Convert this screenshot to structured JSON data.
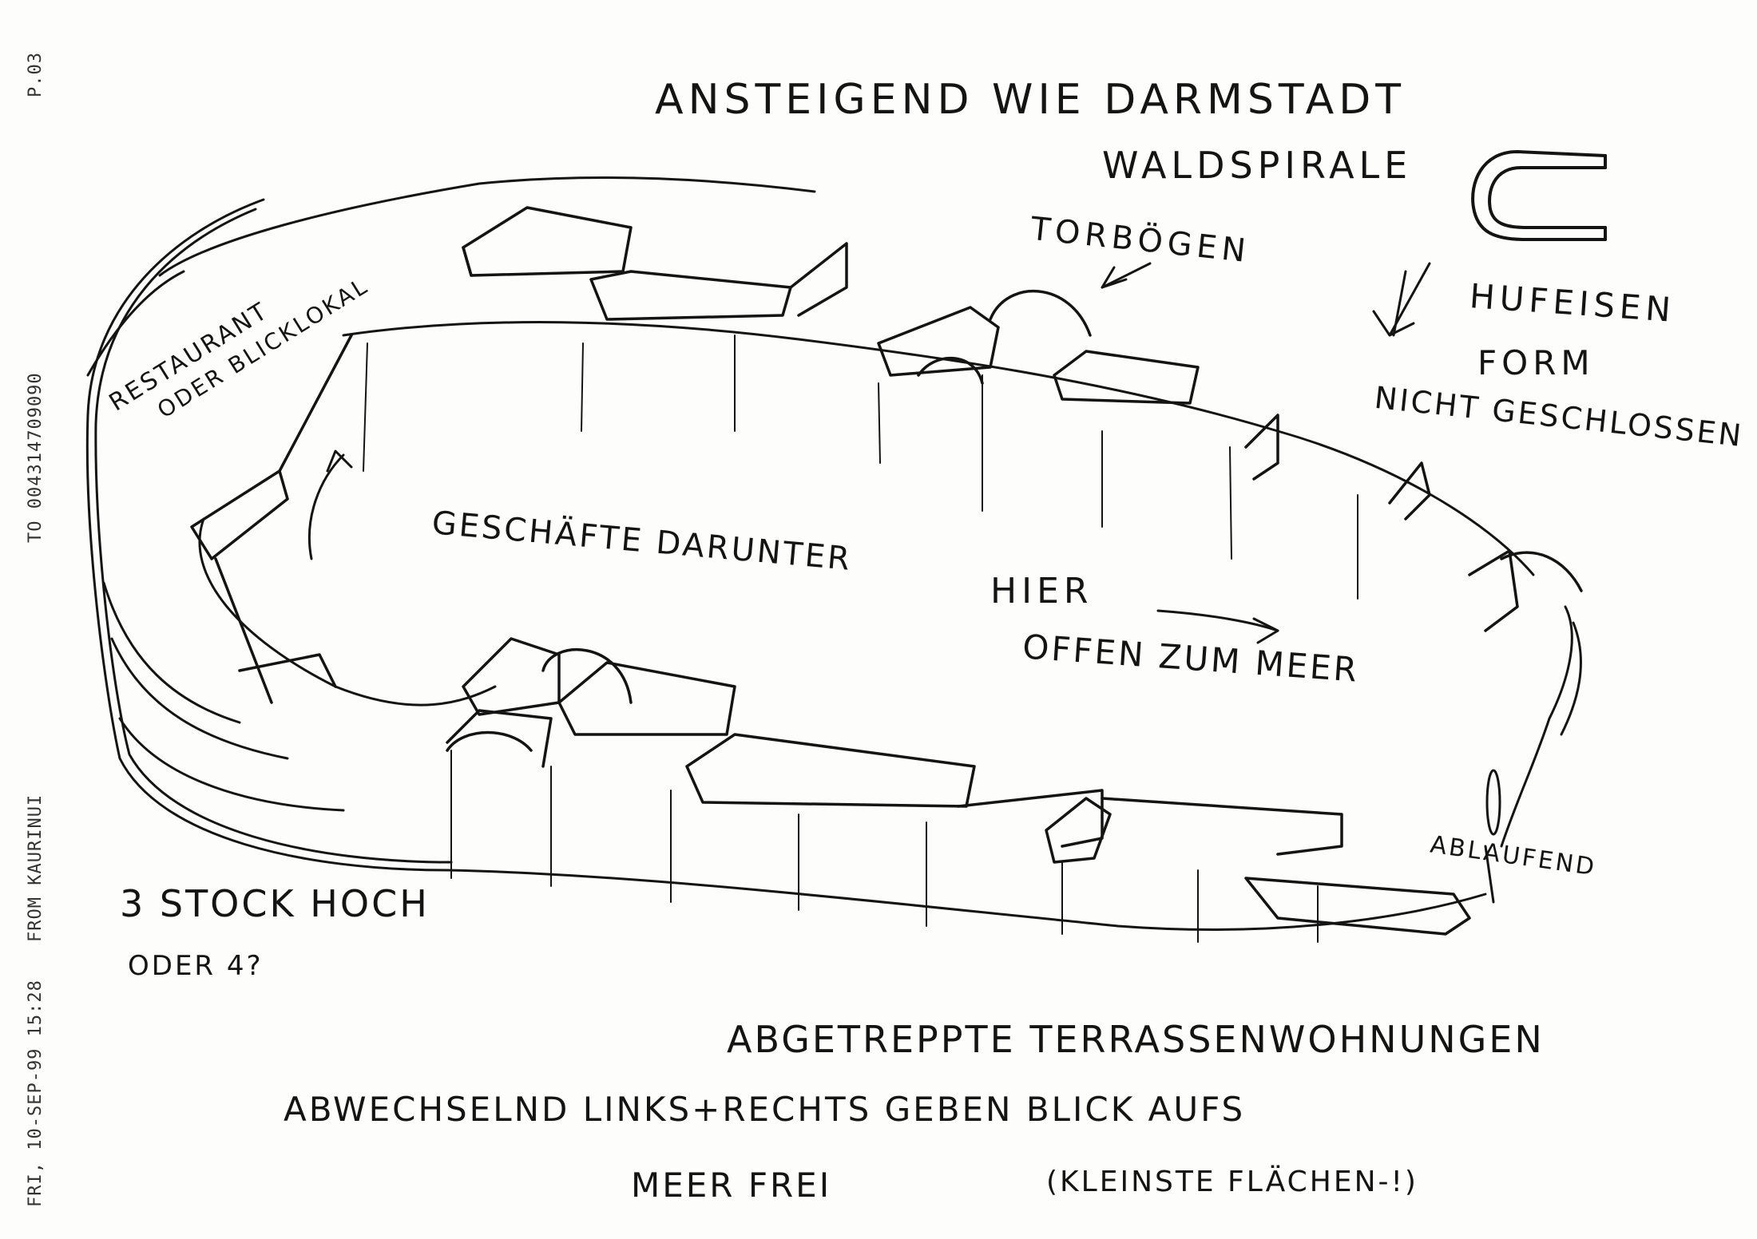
{
  "fax_header": {
    "page": "P.03",
    "to": "TO 004314709090",
    "from": "FROM KAURINUI",
    "datetime": "FRI, 10-SEP-99 15:28"
  },
  "notes": {
    "top_line1": "ANSTEIGEND WIE DARMSTADT",
    "top_line2": "WALDSPIRALE",
    "torboegen": "TORBÖGEN",
    "hufeisen1": "HUFEISEN",
    "hufeisen2": "FORM",
    "hufeisen3": "NICHT GESCHLOSSEN",
    "restaurant1": "RESTAURANT",
    "restaurant2": "ODER BLICKLOKAL",
    "geschaefte": "GESCHÄFTE DARUNTER",
    "hier1": "HIER",
    "hier2": "OFFEN ZUM MEER",
    "ablaufend": "ABLAUFEND",
    "stock1": "3 STOCK HOCH",
    "stock2": "ODER 4?",
    "bottom1": "ABGETREPPTE TERRASSENWOHNUNGEN",
    "bottom2": "ABWECHSELND LINKS+RECHTS GEBEN BLICK AUFS",
    "bottom3": "MEER FREI",
    "bottom4": "(KLEINSTE FLÄCHEN-!)"
  },
  "colors": {
    "ink": "#141414",
    "paper": "#fdfdfb"
  }
}
